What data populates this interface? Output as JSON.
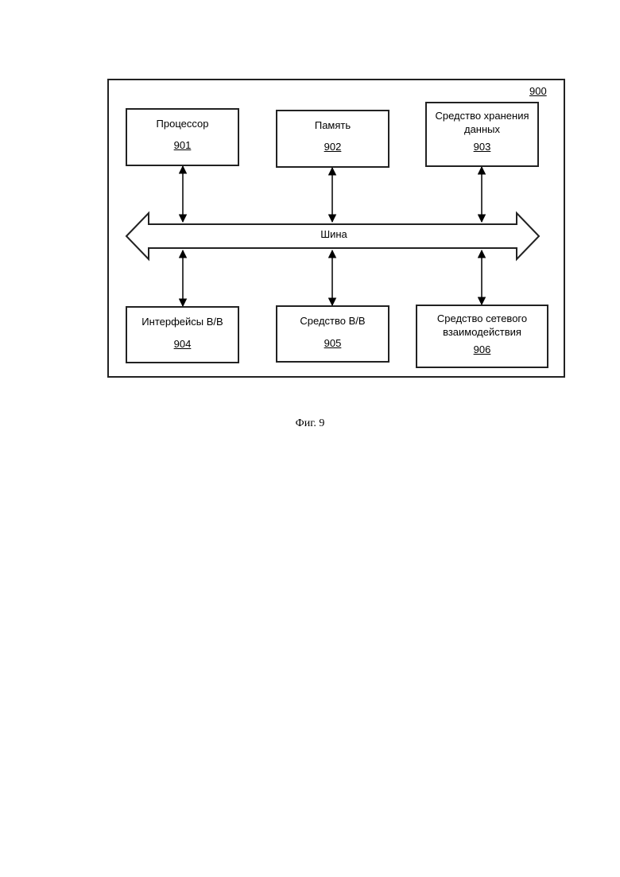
{
  "system": {
    "ref": "900"
  },
  "bus": {
    "label": "Шина"
  },
  "blocks": [
    {
      "label": "Процессор",
      "ref": "901"
    },
    {
      "label": "Память",
      "ref": "902"
    },
    {
      "label": "Средство хранения данных",
      "ref": "903"
    },
    {
      "label": "Интерфейсы В/В",
      "ref": "904"
    },
    {
      "label": "Средство В/В",
      "ref": "905"
    },
    {
      "label": "Средство сетевого взаимодействия",
      "ref": "906"
    }
  ],
  "caption": "Фиг. 9"
}
